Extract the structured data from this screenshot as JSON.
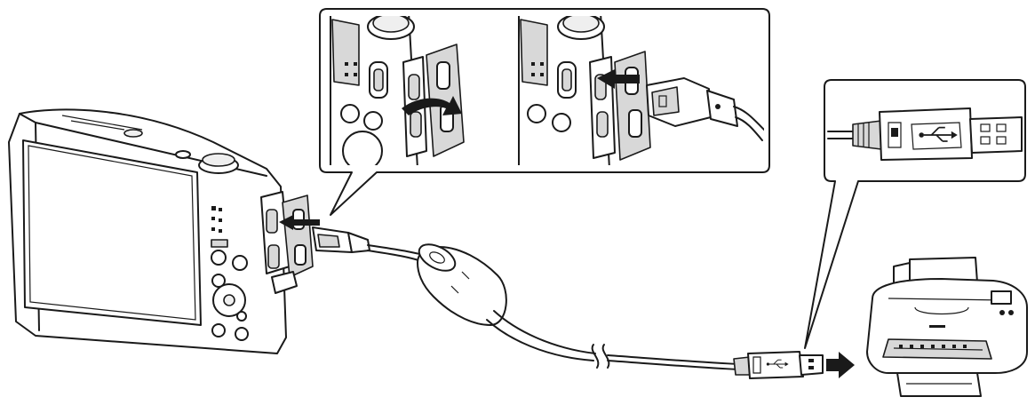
{
  "diagram": {
    "icons": {
      "camera": "compact-digital-camera",
      "printer": "inkjet-printer",
      "cable": "usb-cable-with-ferrite-core",
      "usb_symbol": "usb-trident-icon",
      "push_arrow": "insert-direction-arrow"
    },
    "colors": {
      "line": "#1a1a1a",
      "shade": "#d8d8d8",
      "background": "#ffffff"
    }
  }
}
